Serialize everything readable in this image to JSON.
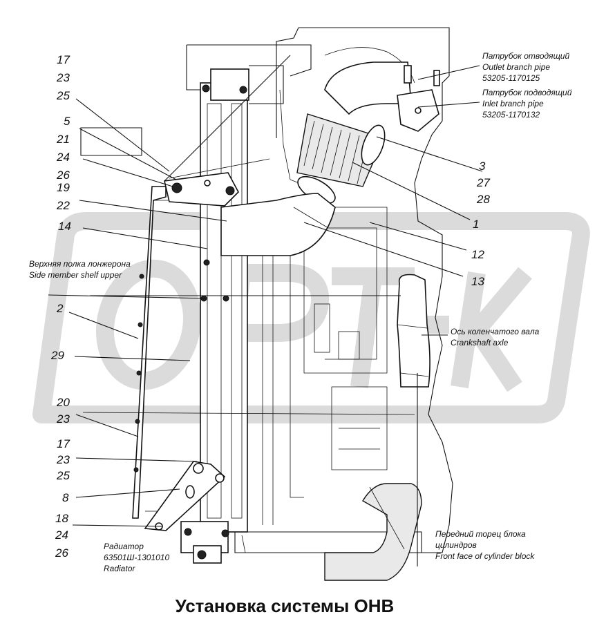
{
  "title": "Установка системы ОНВ",
  "watermark": "ОРТ-К",
  "left_callouts": {
    "g1": [
      "17",
      "23",
      "25"
    ],
    "g2": [
      "5",
      "21",
      "24",
      "26"
    ],
    "g3": [
      "19",
      "22"
    ],
    "c14": "14",
    "c2": "2",
    "c29": "29",
    "g4": [
      "20",
      "23"
    ],
    "g5": [
      "17",
      "23",
      "25"
    ],
    "c8": "8",
    "g6": [
      "18",
      "24",
      "26"
    ]
  },
  "right_callouts": {
    "g1": [
      "3",
      "27",
      "28"
    ],
    "c1": "1",
    "c12": "12",
    "c13": "13"
  },
  "labels": {
    "outlet": [
      "Патрубок отводящий",
      "Outlet branch pipe",
      "53205-1170125"
    ],
    "inlet": [
      "Патрубок подводящий",
      "Inlet branch pipe",
      "53205-1170132"
    ],
    "side_member": [
      "Верхняя полка лонжерона",
      "Side member shelf upper"
    ],
    "crankshaft": [
      "Ось коленчатого вала",
      "Crankshaft axle"
    ],
    "radiator": [
      "Радиатор",
      "63501Ш-1301010",
      "Radiator"
    ],
    "front_face": [
      "Передний торец блока",
      "цилиндров",
      "Front face of cylinder block"
    ]
  }
}
